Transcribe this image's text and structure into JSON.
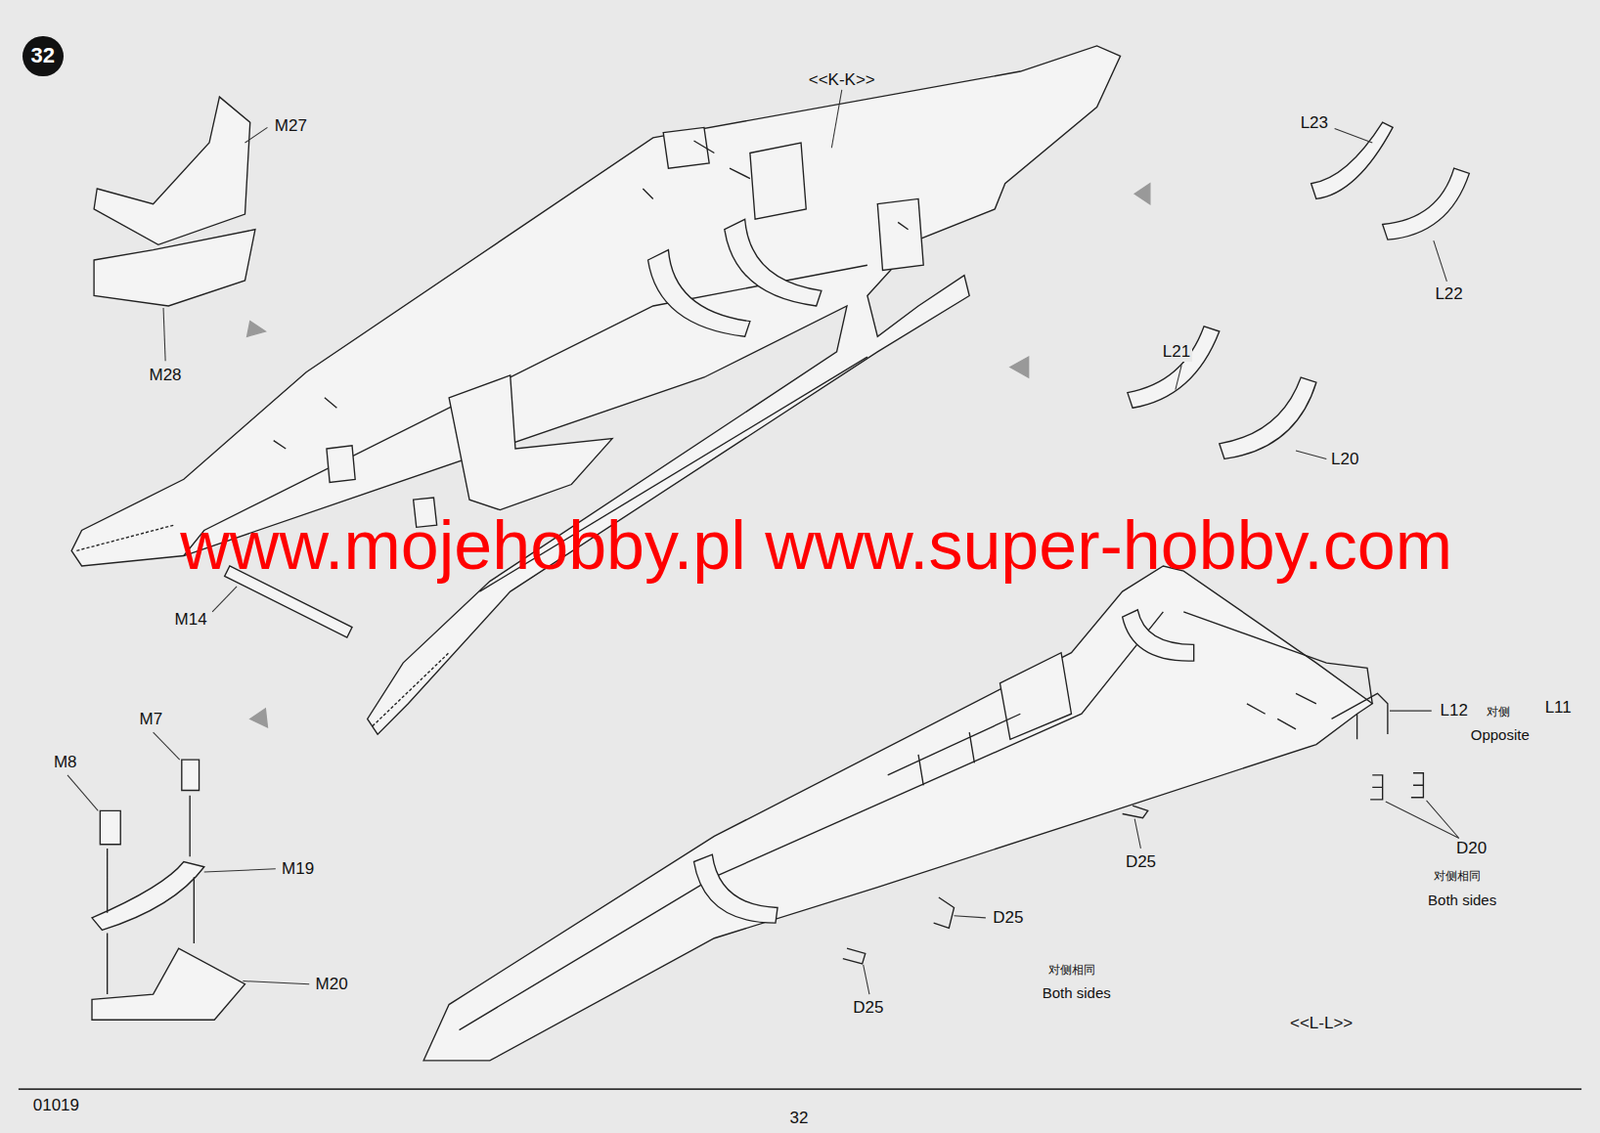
{
  "diagram": {
    "nodes": [
      {
        "text": [
          "32"
        ]
      }
    ],
    "labels": [
      "<<K-K>>",
      "M27",
      "L23",
      "M28",
      "L22",
      "L21",
      "L20",
      "www.mojehobby.pl www.super-hobby.com",
      "M14",
      "L12",
      "对侧",
      "L11",
      "Opposite",
      "M7",
      "M8",
      "M19",
      "D25",
      "D20",
      "对侧相同",
      "Both sides",
      "D25",
      "M20",
      "对侧相同",
      "Both sides",
      "D25",
      "<<L-L>>",
      "01019",
      "32"
    ]
  }
}
